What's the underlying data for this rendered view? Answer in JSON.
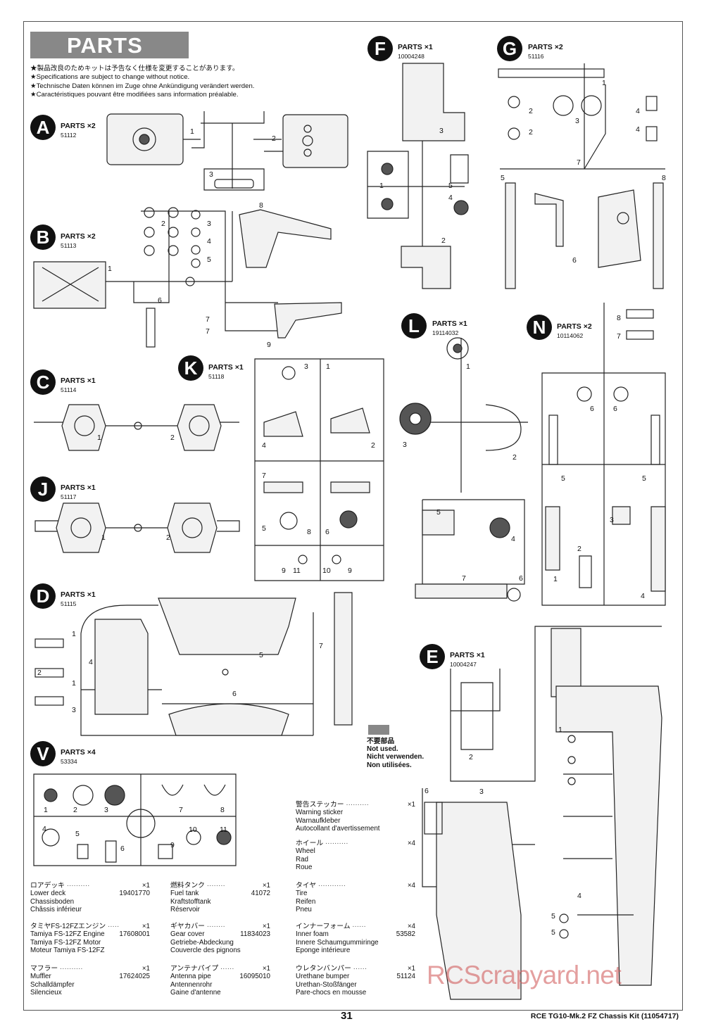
{
  "header": {
    "title": "PARTS",
    "notes": [
      "★製品改良のためキットは予告なく仕様を変更することがあります。",
      "★Specifications are subject to change without notice.",
      "★Technische Daten können im Zuge ohne Ankündigung verändert werden.",
      "★Caractéristiques pouvant être modifiées sans information préalable."
    ]
  },
  "parts": {
    "A": {
      "letter": "A",
      "label": "PARTS ×2",
      "number": "51112"
    },
    "B": {
      "letter": "B",
      "label": "PARTS ×2",
      "number": "51113"
    },
    "C": {
      "letter": "C",
      "label": "PARTS ×1",
      "number": "51114"
    },
    "J": {
      "letter": "J",
      "label": "PARTS ×1",
      "number": "51117"
    },
    "D": {
      "letter": "D",
      "label": "PARTS ×1",
      "number": "51115"
    },
    "V": {
      "letter": "V",
      "label": "PARTS ×4",
      "number": "53334"
    },
    "F": {
      "letter": "F",
      "label": "PARTS ×1",
      "number": "10004248"
    },
    "G": {
      "letter": "G",
      "label": "PARTS ×2",
      "number": "51116"
    },
    "K": {
      "letter": "K",
      "label": "PARTS ×1",
      "number": "51118"
    },
    "L": {
      "letter": "L",
      "label": "PARTS ×1",
      "number": "19114032"
    },
    "N": {
      "letter": "N",
      "label": "PARTS ×2",
      "number": "10114062"
    },
    "E": {
      "letter": "E",
      "label": "PARTS ×1",
      "number": "10004247"
    }
  },
  "legend": {
    "lines": [
      "不要部品",
      "Not used.",
      "Nicht verwenden.",
      "Non utilisées."
    ]
  },
  "accessories": [
    {
      "jp": "警告ステッカー",
      "qty": "×1",
      "code": "",
      "lines": [
        "Warning sticker",
        "Warnaufkleber",
        "Autocollant d'avertissement"
      ]
    },
    {
      "jp": "ホイール",
      "qty": "×4",
      "code": "",
      "lines": [
        "Wheel",
        "Rad",
        "Roue"
      ]
    },
    {
      "jp": "ロアデッキ",
      "qty": "×1",
      "code": "19401770",
      "lines": [
        "Lower deck",
        "Chassisboden",
        "Châssis inférieur"
      ]
    },
    {
      "jp": "燃料タンク",
      "qty": "×1",
      "code": "41072",
      "lines": [
        "Fuel tank",
        "Kraftstofftank",
        "Réservoir"
      ]
    },
    {
      "jp": "タイヤ",
      "qty": "×4",
      "code": "",
      "lines": [
        "Tire",
        "Reifen",
        "Pneu"
      ]
    },
    {
      "jp": "タミヤFS-12FZエンジン",
      "qty": "×1",
      "code": "17608001",
      "lines": [
        "Tamiya FS-12FZ Engine",
        "Tamiya FS-12FZ Motor",
        "Moteur Tamiya FS-12FZ"
      ]
    },
    {
      "jp": "ギヤカバー",
      "qty": "×1",
      "code": "11834023",
      "lines": [
        "Gear cover",
        "Getriebe-Abdeckung",
        "Couvercle des pignons"
      ]
    },
    {
      "jp": "インナーフォーム",
      "qty": "×4",
      "code": "53582",
      "lines": [
        "Inner foam",
        "Innere Schaumgummiringe",
        "Eponge intérieure"
      ]
    },
    {
      "jp": "マフラー",
      "qty": "×1",
      "code": "17624025",
      "lines": [
        "Muffler",
        "Schalldämpfer",
        "Silencieux"
      ]
    },
    {
      "jp": "アンテナパイプ",
      "qty": "×1",
      "code": "16095010",
      "lines": [
        "Antenna pipe",
        "Antennenrohr",
        "Gaine d'antenne"
      ]
    },
    {
      "jp": "ウレタンバンパー",
      "qty": "×1",
      "code": "51124",
      "lines": [
        "Urethane bumper",
        "Urethan-Stoßfänger",
        "Pare-chocs en mousse"
      ]
    }
  ],
  "footer": {
    "page_number": "31",
    "kit_title": "RCE TG10-Mk.2 FZ Chassis Kit (11054717)",
    "watermark": "RCScrapyard.net"
  }
}
